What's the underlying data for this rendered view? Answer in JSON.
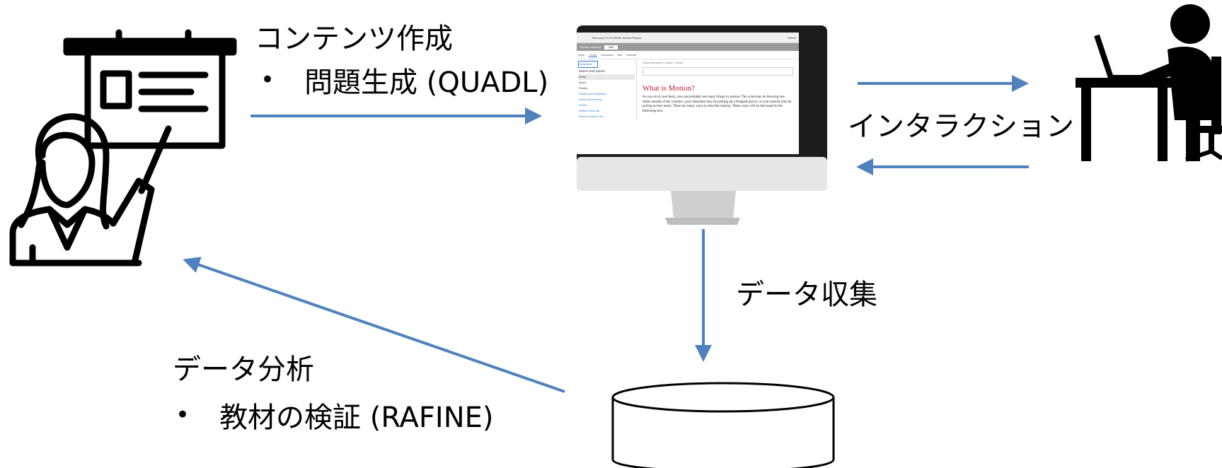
{
  "labels": {
    "content_creation": "コンテンツ作成",
    "question_generation": "問題生成 (QUADL)",
    "interaction": "インタラクション",
    "data_collection": "データ収集",
    "data_analysis": "データ分析",
    "material_validation": "教材の検証 (RAFINE)",
    "bullet": "•"
  },
  "screen": {
    "site_title": "Minerdop C2-01 Middle School Physics",
    "user": "Robert",
    "view_label": "View this course as:",
    "view_value": "Staff",
    "tabs": [
      "Home",
      "Course",
      "Discussion",
      "Wiki",
      "Instructor"
    ],
    "active_tab": "Course",
    "bookmarks": "Bookmarks",
    "section": "Motion and Speed",
    "subsections": [
      "Motion",
      "Speed",
      "Practice"
    ],
    "chapters": [
      "Velocity and Acceleration",
      "Forces with Anatomy",
      "Friction",
      "Newton's First Law",
      "Newton's Second Law"
    ],
    "breadcrumb": "Motion and Speed > Motion > Motion",
    "heading": "What is Motion?",
    "body": "As you sit at your desk, you can probably see many things in motion. The wind may be blowing tree limbs outside of the window, your classmate may be picking up a dropped pencil, or your teacher may be pacing as they teach. There are many ways to describe motion. These ways will be discussed in the following text."
  },
  "colors": {
    "arrow": "#4f81bd",
    "stroke": "#000000",
    "heading": "#c0182a"
  }
}
